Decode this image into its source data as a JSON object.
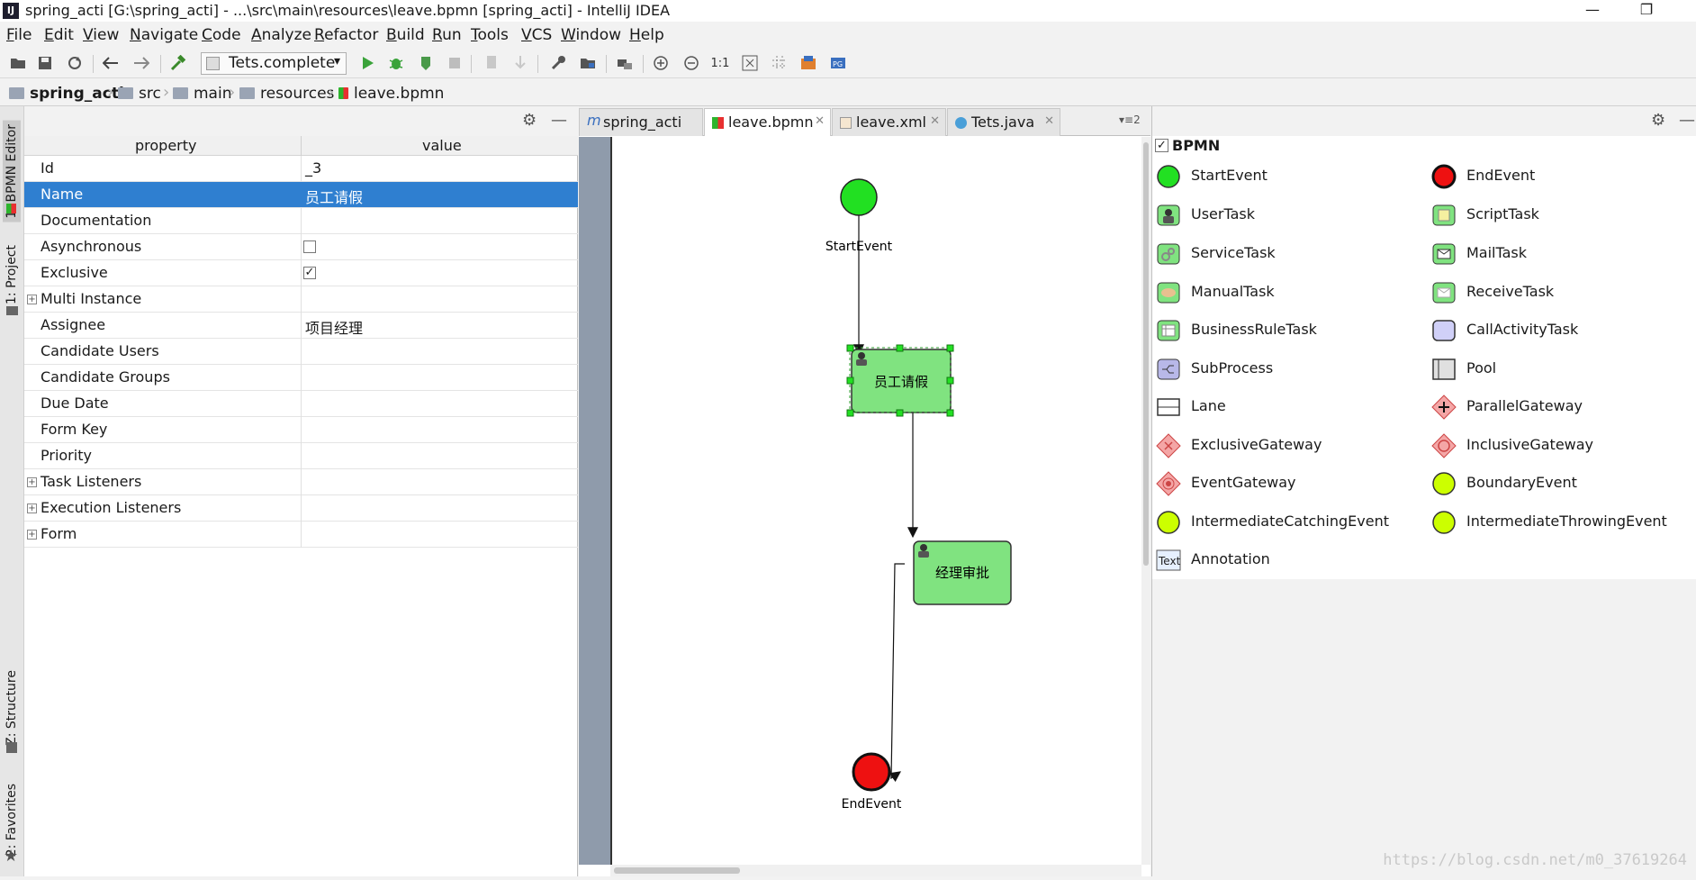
{
  "window": {
    "title": "spring_acti [G:\\spring_acti] - ...\\src\\main\\resources\\leave.bpmn [spring_acti] - IntelliJ IDEA",
    "app_icon": "IJ",
    "minimize_icon": "—",
    "restore_icon": "❐",
    "close_icon": "✕"
  },
  "menu": [
    "File",
    "Edit",
    "View",
    "Navigate",
    "Code",
    "Analyze",
    "Refactor",
    "Build",
    "Run",
    "Tools",
    "VCS",
    "Window",
    "Help"
  ],
  "toolbar": {
    "run_config": "Tets.complete",
    "zoom_actual": "1:1"
  },
  "breadcrumb": [
    "spring_acti",
    "src",
    "main",
    "resources",
    "leave.bpmn"
  ],
  "side_tabs": [
    "1: BPMN Editor",
    "1: Project",
    "Z: Structure",
    "2: Favorites"
  ],
  "properties": {
    "header_property": "property",
    "header_value": "value",
    "rows": [
      {
        "key": "Id",
        "value": "_3"
      },
      {
        "key": "Name",
        "value": "员工请假"
      },
      {
        "key": "Documentation",
        "value": ""
      },
      {
        "key": "Asynchronous",
        "value": ""
      },
      {
        "key": "Exclusive",
        "value": ""
      },
      {
        "key": "Multi Instance",
        "value": ""
      },
      {
        "key": "Assignee",
        "value": "项目经理"
      },
      {
        "key": "Candidate Users",
        "value": ""
      },
      {
        "key": "Candidate Groups",
        "value": ""
      },
      {
        "key": "Due Date",
        "value": ""
      },
      {
        "key": "Form Key",
        "value": ""
      },
      {
        "key": "Priority",
        "value": ""
      },
      {
        "key": "Task Listeners",
        "value": ""
      },
      {
        "key": "Execution Listeners",
        "value": ""
      },
      {
        "key": "Form",
        "value": ""
      }
    ],
    "asynchronous_checked": false,
    "exclusive_checked": true,
    "checked_mark": "✓"
  },
  "tabs": [
    {
      "label": "spring_acti",
      "active": false
    },
    {
      "label": "leave.bpmn",
      "active": true
    },
    {
      "label": "leave.xml",
      "active": false
    },
    {
      "label": "Tets.java",
      "active": false
    }
  ],
  "tabs_overflow": "▾≡2",
  "diagram": {
    "start_label": "StartEvent",
    "task1_label": "员工请假",
    "task2_label": "经理审批",
    "end_label": "EndEvent"
  },
  "palette": {
    "section": "BPMN",
    "items": [
      "StartEvent",
      "EndEvent",
      "UserTask",
      "ScriptTask",
      "ServiceTask",
      "MailTask",
      "ManualTask",
      "ReceiveTask",
      "BusinessRuleTask",
      "CallActivityTask",
      "SubProcess",
      "Pool",
      "Lane",
      "ParallelGateway",
      "ExclusiveGateway",
      "InclusiveGateway",
      "EventGateway",
      "BoundaryEvent",
      "IntermediateCatchingEvent",
      "IntermediateThrowingEvent",
      "Annotation"
    ],
    "annotation_icon_text": "Text"
  },
  "watermark": "https://blog.csdn.net/m0_37619264",
  "colors": {
    "selection": "#2f7fd0",
    "task_fill": "#7fe27f",
    "start_event": "#22e022",
    "end_event": "#ee1111",
    "gateway": "#f4a6a6",
    "intermediate": "#ccff00"
  }
}
